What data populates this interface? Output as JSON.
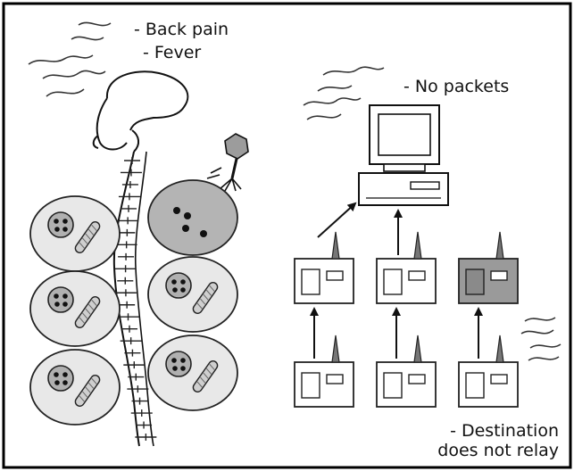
{
  "labels": {
    "back_pain": "- Back pain",
    "fever": "- Fever",
    "no_packets": "- No packets",
    "destination_line1": "- Destination",
    "destination_line2": "does not relay"
  },
  "colors": {
    "frame": "#000000",
    "cell_fill": "#e8e8e8",
    "infected_cell_fill": "#b4b4b4",
    "nucleus_fill": "#b0b0b0",
    "failed_node_fill": "#9a9a9a",
    "stroke": "#222222"
  },
  "nodes": {
    "middle_row": [
      "relay-node",
      "relay-node",
      "failed-relay-node"
    ],
    "bottom_row": [
      "sensor-node",
      "sensor-node",
      "destination-node"
    ]
  }
}
